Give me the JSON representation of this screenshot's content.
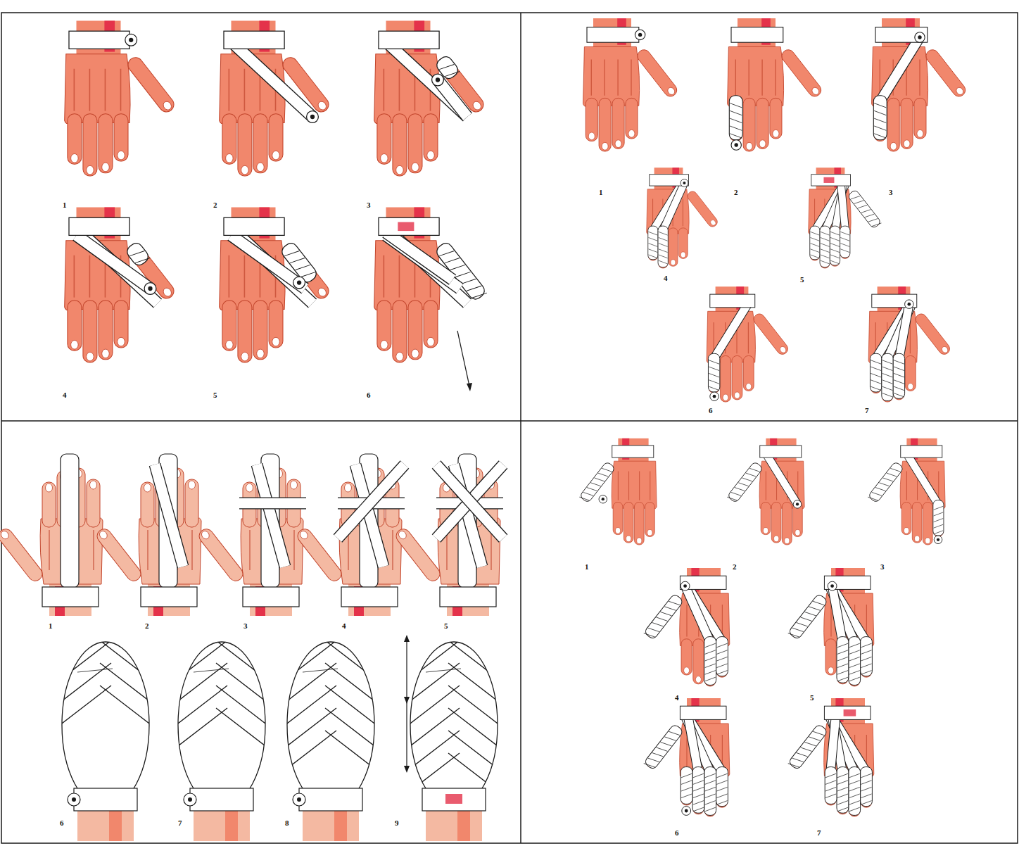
{
  "diagram": {
    "labels": [
      "1",
      "2",
      "3",
      "4",
      "5",
      "6",
      "1",
      "2",
      "3",
      "4",
      "5",
      "6",
      "7",
      "1",
      "2",
      "3",
      "4",
      "5",
      "6",
      "7",
      "8",
      "9",
      "1",
      "2",
      "3",
      "4",
      "5",
      "6",
      "7"
    ]
  }
}
